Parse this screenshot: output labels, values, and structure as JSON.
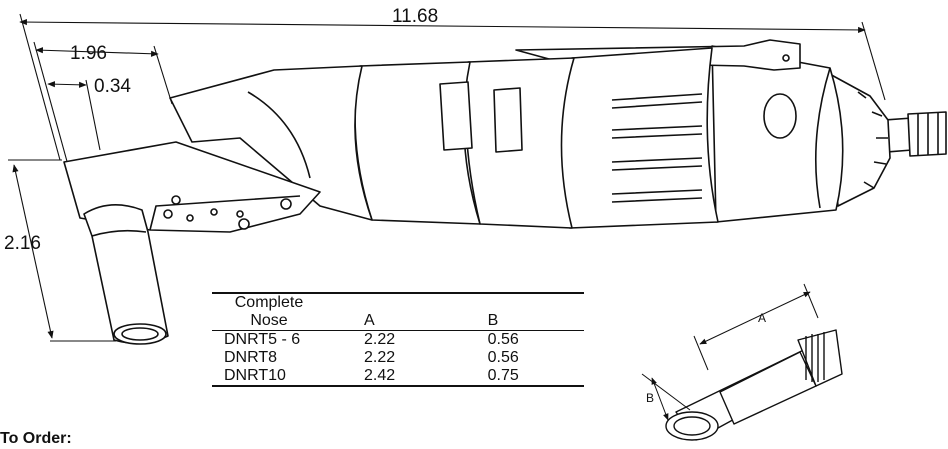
{
  "dimensions": {
    "overall_length": "11.68",
    "head_length": "1.96",
    "nose_offset": "0.34",
    "height": "2.16"
  },
  "detail_labels": {
    "a": "A",
    "b": "B"
  },
  "table": {
    "headers": {
      "model_line1": "Complete",
      "model_line2": "Nose",
      "a": "A",
      "b": "B"
    },
    "rows": [
      {
        "model": "DNRT5 - 6",
        "a": "2.22",
        "b": "0.56"
      },
      {
        "model": "DNRT8",
        "a": "2.22",
        "b": "0.56"
      },
      {
        "model": "DNRT10",
        "a": "2.42",
        "b": "0.75"
      }
    ]
  },
  "footer": {
    "to_order": "To Order:"
  }
}
